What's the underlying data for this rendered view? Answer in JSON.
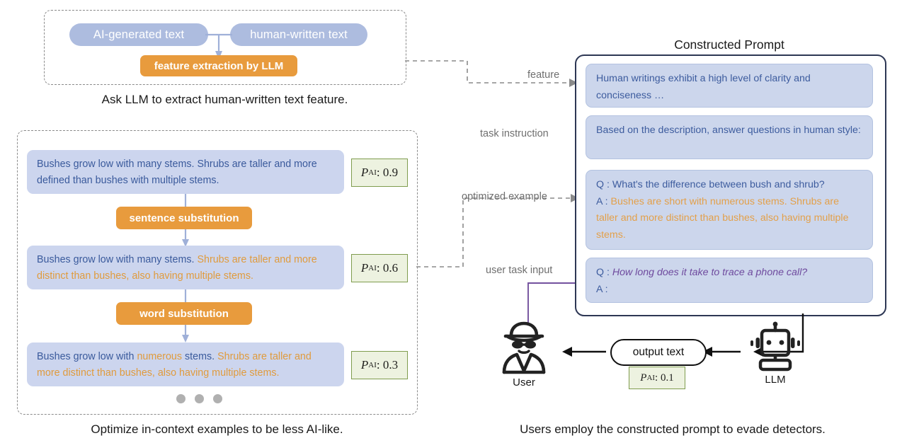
{
  "top_panel": {
    "pill_ai": "AI-generated text",
    "pill_human": "human-written text",
    "action": "feature extraction by LLM",
    "caption": "Ask LLM to extract human-written text feature."
  },
  "left_panel": {
    "caption": "Optimize in-context examples to be less AI-like.",
    "steps": [
      {
        "text_plain": "Bushes grow low with many stems. Shrubs are taller and more defined than bushes with multiple stems.",
        "score_label": "P",
        "score_sub": "AI",
        "score_value": ": 0.9"
      },
      {
        "text_plain": "Bushes grow low with many stems. ",
        "text_orange": "Shrubs are taller and more distinct than bushes, also having multiple stems.",
        "score_label": "P",
        "score_sub": "AI",
        "score_value": ": 0.6"
      },
      {
        "text_a": "Bushes grow low with ",
        "text_b": "numerous",
        "text_c": " stems. ",
        "text_d": "Shrubs are taller and more distinct than bushes, also having multiple stems.",
        "score_label": "P",
        "score_sub": "AI",
        "score_value": ": 0.3"
      }
    ],
    "actions": [
      "sentence substitution",
      "word substitution"
    ],
    "ellipsis": "three-dots"
  },
  "prompt_panel": {
    "title": "Constructed Prompt",
    "slots": [
      {
        "id": "feature",
        "text": "Human writings exhibit a high level of clarity and conciseness …"
      },
      {
        "id": "task-instruction",
        "text": "Based on the description, answer questions in human style:"
      },
      {
        "id": "optimized-example",
        "q_prefix": "Q :",
        "q_text": " What's the difference between bush and shrub?",
        "a_prefix": "A :",
        "a_text": " Bushes are short with numerous stems. Shrubs are taller and more distinct than bushes, also having multiple stems."
      },
      {
        "id": "user-task-input",
        "q_prefix": "Q :",
        "q_text": " How long does it take to trace a phone call?",
        "a_prefix": "A :",
        "a_text": ""
      }
    ],
    "connector_labels": [
      "feature",
      "task instruction",
      "optimized example",
      "user task input"
    ]
  },
  "flow": {
    "user_label": "User",
    "user_icon": "spy-user-icon",
    "llm_label": "LLM",
    "llm_icon": "robot-icon",
    "output_label": "output text",
    "output_score_label": "P",
    "output_score_sub": "AI",
    "output_score_value": ": 0.1",
    "caption": "Users employ the constructed prompt to evade detectors."
  },
  "colors": {
    "pill_blue": "#adbcdf",
    "orange": "#e89b3d",
    "textbox_lavender": "#ccd5ee",
    "text_blue": "#3a5a9c",
    "badge_green_border": "#7f9c4e",
    "badge_green_fill": "#edf2e0",
    "prompt_border": "#2d3754",
    "purple_arrow": "#73519e",
    "dashed_gray": "#8a8a8a"
  }
}
